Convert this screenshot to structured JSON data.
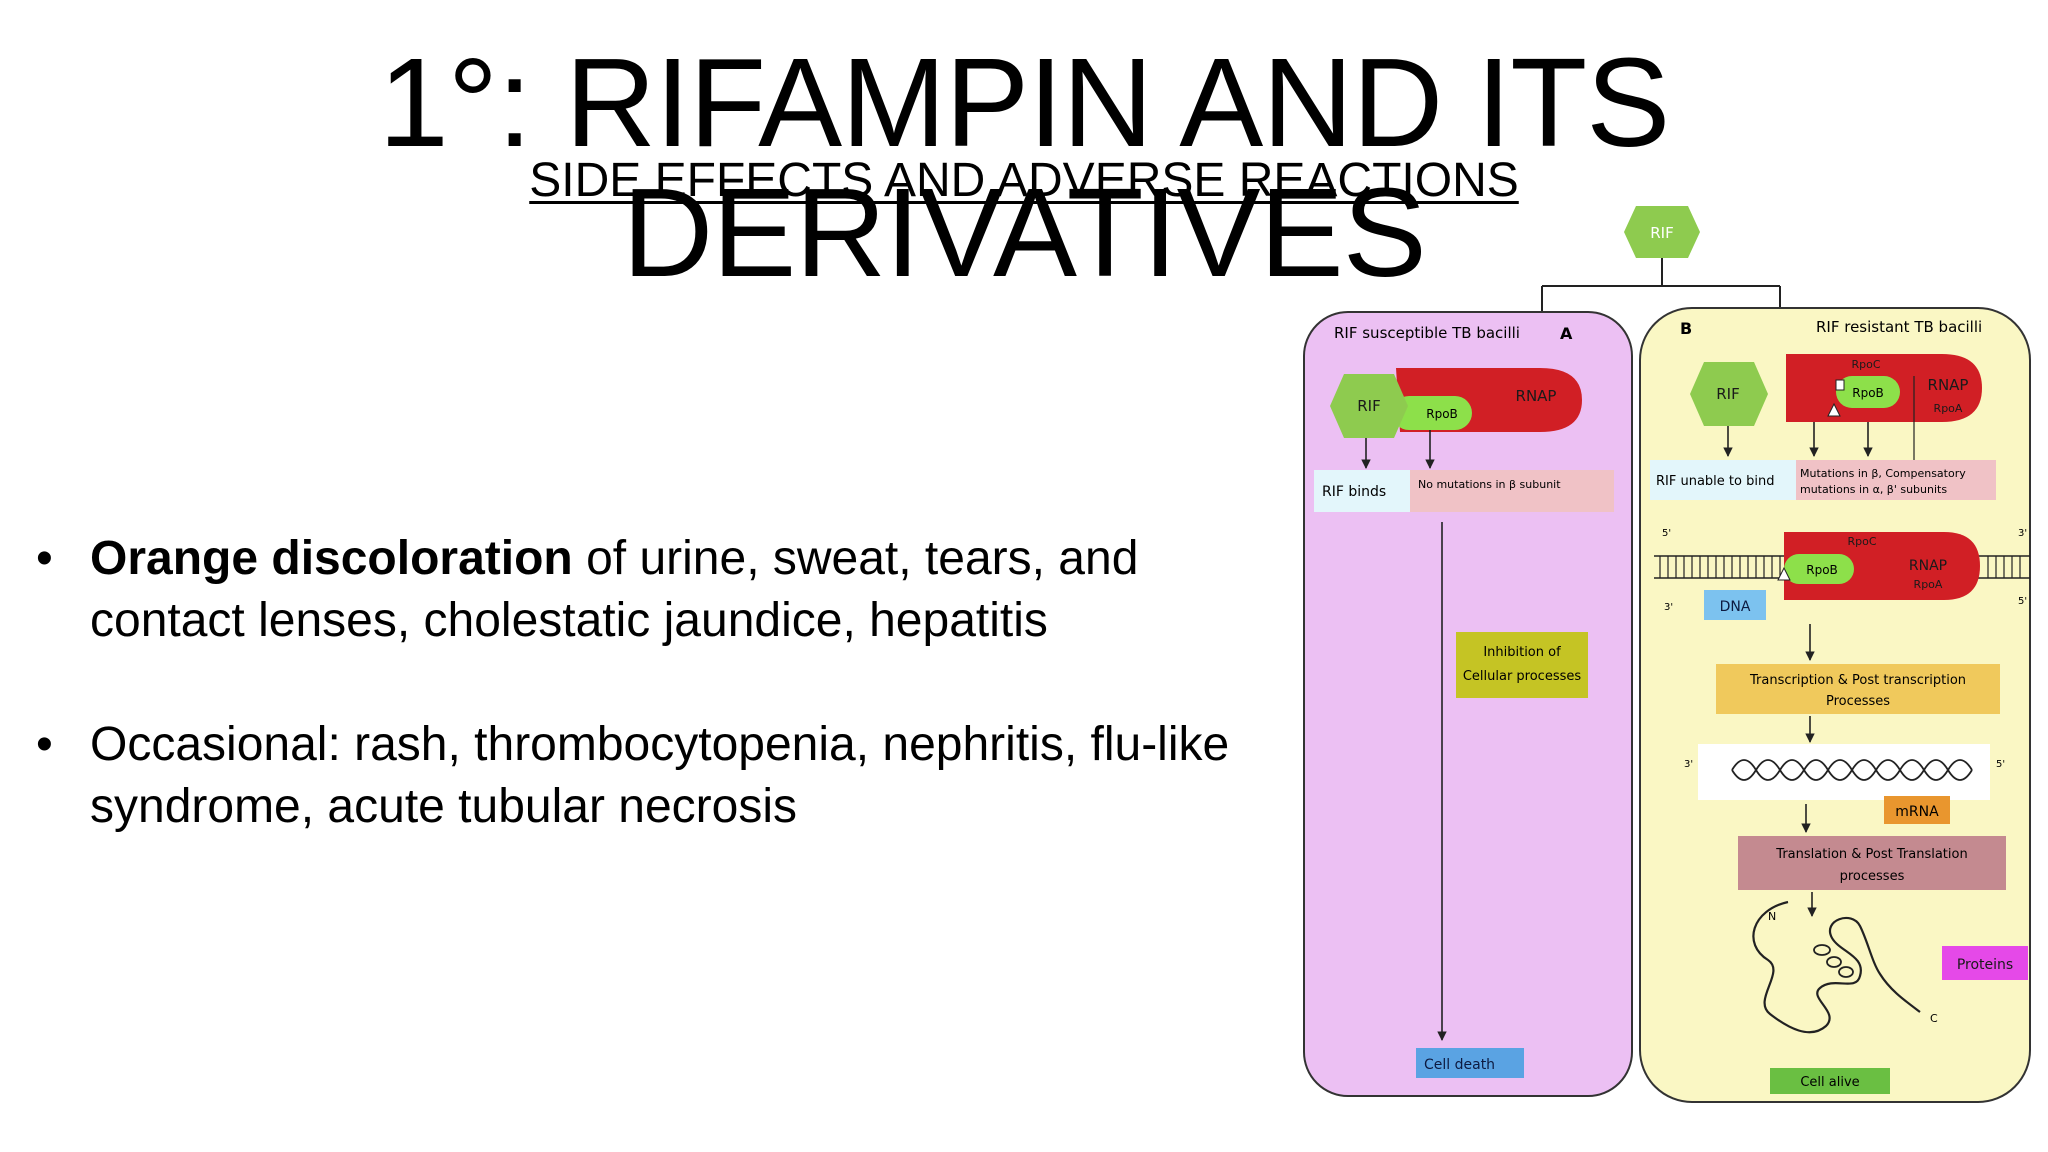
{
  "slide": {
    "title": "1°: RIFAMPIN AND ITS DERIVATIVES",
    "subtitle": "SIDE EFFECTS AND ADVERSE REACTIONS"
  },
  "bullets": [
    {
      "bold": "Orange discoloration",
      "text": " of urine, sweat, tears, and contact lenses, cholestatic jaundice, hepatitis"
    },
    {
      "bold": "",
      "text": "Occasional: rash, thrombocytopenia, nephritis, flu-like syndrome, acute tubular necrosis"
    }
  ],
  "diagram": {
    "top_rif": "RIF",
    "panel_a": {
      "title": "RIF susceptible TB bacilli",
      "letter": "A",
      "rif": "RIF",
      "rnap": "RNAP",
      "rpob": "RpoB",
      "rif_binds": "RIF binds",
      "no_mutations": "No mutations in β subunit",
      "inhibition_line1": "Inhibition of",
      "inhibition_line2": "Cellular processes",
      "cell_death": "Cell death"
    },
    "panel_b": {
      "title": "RIF resistant TB bacilli",
      "letter": "B",
      "rif": "RIF",
      "rpoc": "RpoC",
      "rnap": "RNAP",
      "rpob": "RpoB",
      "rpoa": "RpoA",
      "unable": "RIF unable to bind",
      "mutations_line1": "Mutations in β, Compensatory",
      "mutations_line2": "mutations in α, β' subunits",
      "dna": "DNA",
      "five_prime": "5'",
      "three_prime": "3'",
      "transcription_line1": "Transcription & Post transcription",
      "transcription_line2": "Processes",
      "mrna": "mRNA",
      "translation_line1": "Translation & Post Translation",
      "translation_line2": "processes",
      "n_term": "N",
      "c_term": "C",
      "proteins": "Proteins",
      "cell_alive": "Cell alive"
    }
  },
  "colors": {
    "panel_a_fill": "#ecc0f3",
    "panel_b_fill": "#faf7c4",
    "rif_green": "#8ecb4f",
    "rnap_red": "#d11f25",
    "rpob_green": "#8de04a",
    "cell_death_blue": "#5aa3e3",
    "cell_alive_green": "#6abf42",
    "inhibition_olive": "#c5c424",
    "transcription_gold": "#f0c95c",
    "mrna_orange": "#e9962e",
    "translation_mauve": "#c48a90",
    "proteins_magenta": "#e549e8"
  }
}
